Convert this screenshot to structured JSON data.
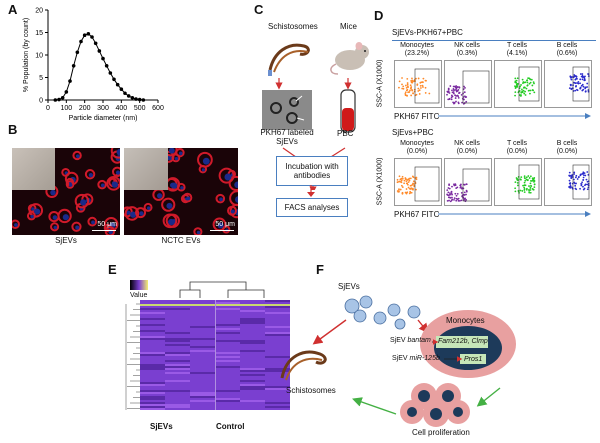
{
  "panel_letters": {
    "a": "A",
    "b": "B",
    "c": "C",
    "d": "D",
    "e": "E",
    "f": "F"
  },
  "colors": {
    "micro_bg": "#1a0408",
    "ev_red": "#d01a2a",
    "arrow_red": "#d03030",
    "box_blue": "#4a7fc0",
    "heatmap_purple": "#7a3fd0",
    "monocyte_navy": "#1d3a5a",
    "cell_pink": "#e8a0a0",
    "arrow_green": "#44b044",
    "flow_orange": "#ff8a2a",
    "flow_purple": "#7a2aa0",
    "flow_green": "#22cc22",
    "flow_blue": "#2a2acc"
  },
  "chart_data": {
    "type": "line",
    "ylabel": "% Population (by count)",
    "xlabel": "Particle diameter (nm)",
    "xlim": [
      0,
      600
    ],
    "ylim": [
      0,
      20
    ],
    "xticks": [
      "0",
      "100",
      "200",
      "300",
      "400",
      "500",
      "600"
    ],
    "yticks": [
      "0",
      "5",
      "10",
      "15",
      "20"
    ],
    "x": [
      40,
      60,
      80,
      100,
      120,
      140,
      160,
      180,
      200,
      220,
      240,
      260,
      280,
      300,
      320,
      340,
      360,
      380,
      400,
      420,
      440,
      460,
      480,
      500,
      520
    ],
    "y": [
      0,
      0.1,
      0.5,
      1.8,
      4.2,
      7.6,
      10.6,
      13.0,
      14.4,
      14.7,
      14.0,
      12.6,
      10.9,
      9.2,
      7.6,
      6.0,
      4.6,
      3.4,
      2.4,
      1.5,
      0.9,
      0.5,
      0.2,
      0.1,
      0
    ]
  },
  "panel_b": {
    "left_label": "SjEVs",
    "right_label": "NCTC EVs",
    "scale_left": "50 μm",
    "scale_right": "50 μm"
  },
  "panel_c": {
    "schistosomes": "Schistosomes",
    "mice": "Mice",
    "pkh_label": "PKH67 labeled SjEVs",
    "pbc": "PBC",
    "incubation": "Incubation with antibodies",
    "facs": "FACS analyses"
  },
  "panel_d": {
    "title1": "SjEVs-PKH67+PBC",
    "title2": "SjEvs+PBC",
    "yaxis": "SSC-A (X1000)",
    "xaxis": "PKH67 FITC",
    "row1": [
      {
        "name": "Monocytes",
        "pct": "(23.2%)"
      },
      {
        "name": "NK cells",
        "pct": "(0.3%)"
      },
      {
        "name": "T cells",
        "pct": "(4.1%)"
      },
      {
        "name": "B cells",
        "pct": "(0.6%)"
      }
    ],
    "row2": [
      {
        "name": "Monocytes",
        "pct": "(0.0%)"
      },
      {
        "name": "NK cells",
        "pct": "(0.0%)"
      },
      {
        "name": "T cells",
        "pct": "(0.0%)"
      },
      {
        "name": "B cells",
        "pct": "(0.0%)"
      }
    ]
  },
  "panel_e": {
    "legend_label": "Value",
    "col1": "SjEVs",
    "col2": "Control"
  },
  "panel_f": {
    "sjevs": "SjEVs",
    "monocytes": "Monocytes",
    "line1_prefix": "SjEV",
    "line1_mirna": "bantam",
    "gene1": "Fam212b, Clmp",
    "line2_prefix": "SjEV",
    "line2_mirna": "miR-125b",
    "gene2": "Pros1",
    "schistosomes": "Schistosomes",
    "cell_prolif": "Cell proliferation"
  }
}
